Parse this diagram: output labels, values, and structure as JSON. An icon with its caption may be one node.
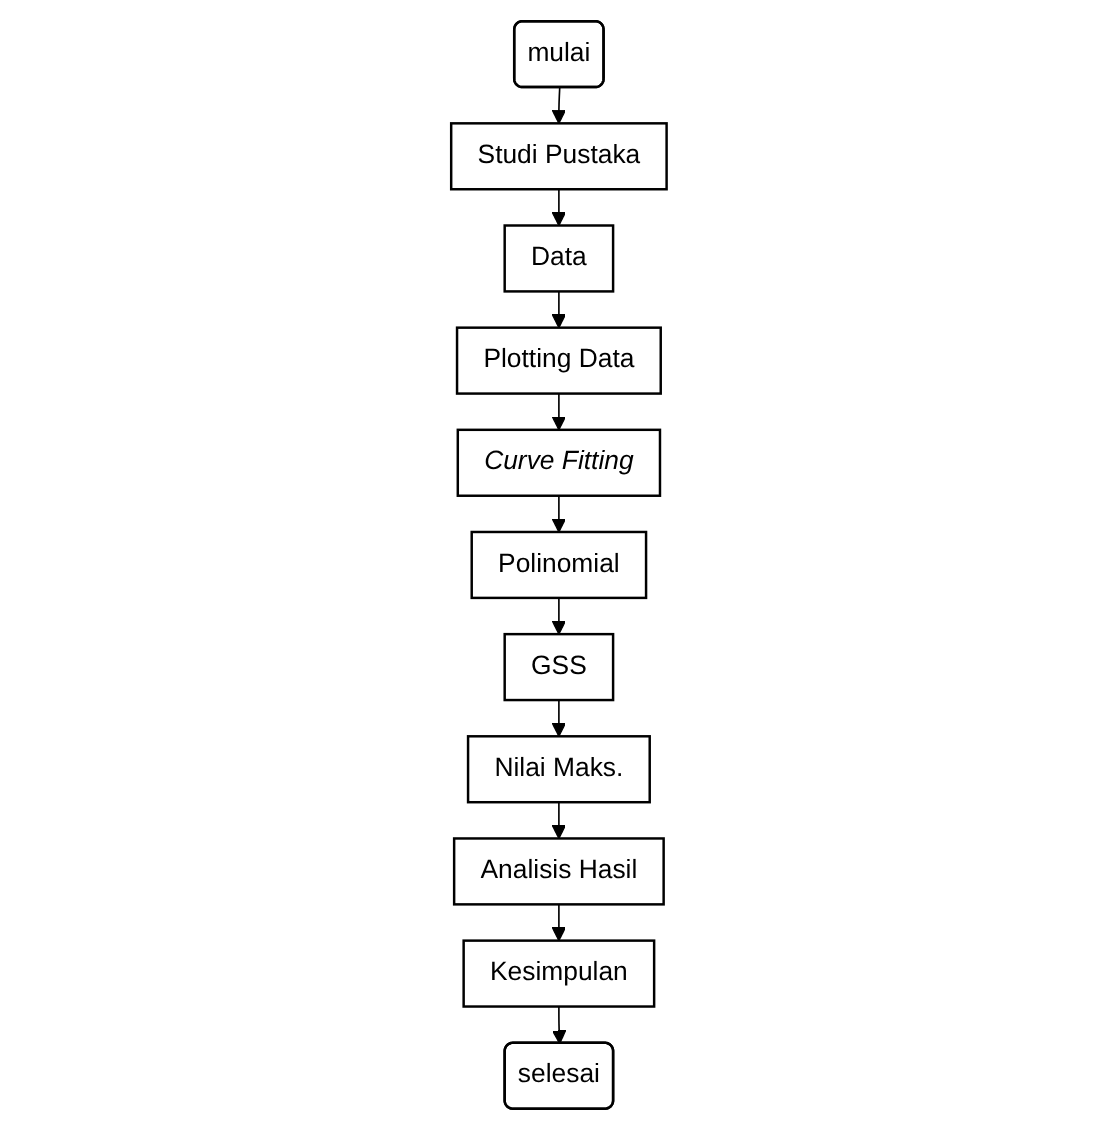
{
  "diagram": {
    "nodes": [
      {
        "text": [
          "mulai"
        ]
      },
      {
        "text": [
          "Studi Pustaka"
        ]
      },
      {
        "text": [
          "Data"
        ]
      },
      {
        "text": [
          "Plotting Data"
        ]
      },
      {
        "text": [
          "Curve Fitting"
        ]
      },
      {
        "text": [
          "Polinomial"
        ]
      },
      {
        "text": [
          "GSS"
        ]
      },
      {
        "text": [
          "Nilai Maks."
        ]
      },
      {
        "text": [
          "Analisis Hasil"
        ]
      },
      {
        "text": [
          "Kesimpulan"
        ]
      },
      {
        "text": [
          "selesai"
        ]
      }
    ],
    "edges": [
      {
        "from": 0,
        "to": 1,
        "arrow": "to"
      },
      {
        "from": 1,
        "to": 2,
        "arrow": "to"
      },
      {
        "from": 2,
        "to": 3,
        "arrow": "to"
      },
      {
        "from": 3,
        "to": 4,
        "arrow": "to"
      },
      {
        "from": 4,
        "to": 5,
        "arrow": "to"
      },
      {
        "from": 5,
        "to": 6,
        "arrow": "to"
      },
      {
        "from": 6,
        "to": 7,
        "arrow": "to"
      },
      {
        "from": 7,
        "to": 8,
        "arrow": "to"
      },
      {
        "from": 8,
        "to": 9,
        "arrow": "to"
      },
      {
        "from": 9,
        "to": 10,
        "arrow": "to"
      }
    ]
  }
}
